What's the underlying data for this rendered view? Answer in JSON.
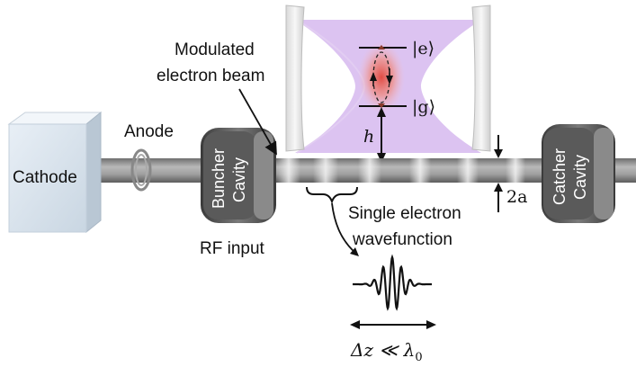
{
  "labels": {
    "cathode": "Cathode",
    "anode": "Anode",
    "buncher_line1": "Buncher",
    "buncher_line2": "Cavity",
    "catcher_line1": "Catcher",
    "catcher_line2": "Cavity",
    "rf_input": "RF input",
    "modulated_line1": "Modulated",
    "modulated_line2": "electron beam",
    "single_line1": "Single electron",
    "single_line2": "wavefunction",
    "excited_state": "|e⟩",
    "ground_state": "|g⟩",
    "height": "h",
    "beam_width": "2a",
    "delta_z": "Δz ≪ λ",
    "delta_z_sub": "0"
  },
  "colors": {
    "beam": "#8c8c8c",
    "cavity_mode": "#c9a6e6",
    "atom_glow": "#e0453a",
    "cavity_ring": "#555555",
    "cathode": "#dfe9f2"
  }
}
